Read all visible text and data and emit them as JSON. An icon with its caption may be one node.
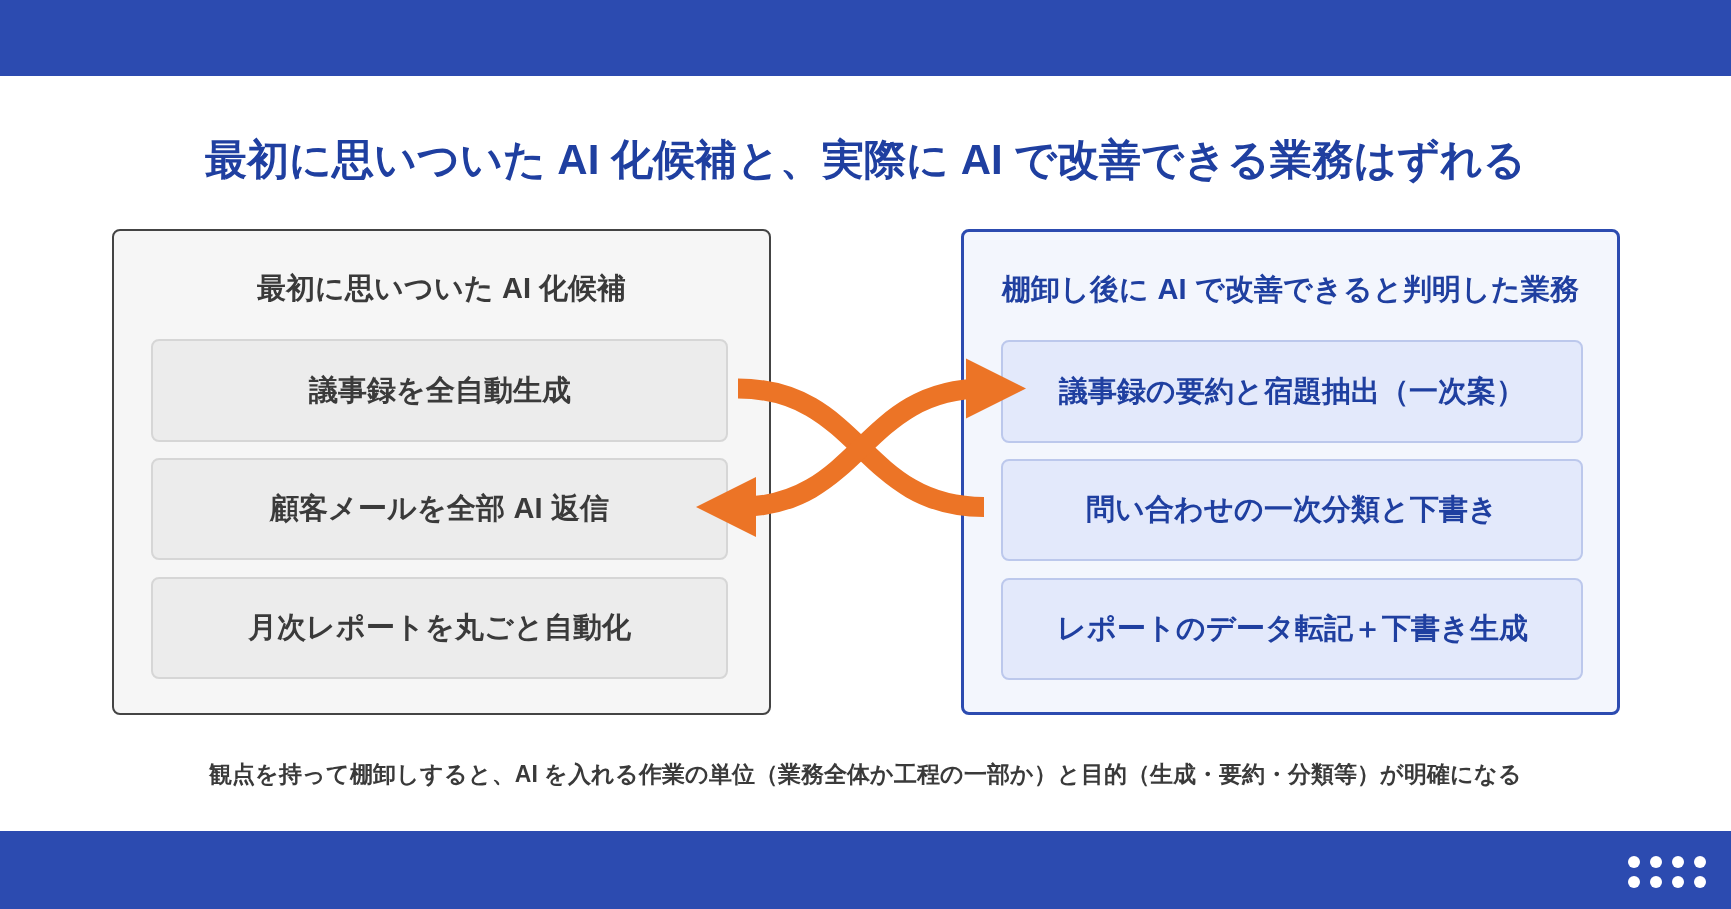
{
  "diagram": {
    "title": "最初に思いついた AI 化候補と、実際に AI で改善できる業務はずれる",
    "nodes": [
      {
        "text": [
          "最初に思いついた AI 化候補"
        ]
      },
      {
        "text": [
          "議事録を全自動生成"
        ],
        "in": 0
      },
      {
        "text": [
          "顧客メールを全部 AI 返信"
        ],
        "in": 0
      },
      {
        "text": [
          "月次レポートを丸ごと自動化"
        ],
        "in": 0
      },
      {
        "text": [
          "棚卸し後に AI で改善できると判明した業務"
        ]
      },
      {
        "text": [
          "議事録の要約と宿題抽出（一次案）"
        ],
        "in": 4
      },
      {
        "text": [
          "問い合わせの一次分類と下書き"
        ],
        "in": 4
      },
      {
        "text": [
          "レポートのデータ転記＋下書き生成"
        ],
        "in": 4
      }
    ],
    "edges": [
      {
        "from": 1,
        "to": 6,
        "arrow": "none"
      },
      {
        "from": 2,
        "to": 5,
        "arrow": "both"
      }
    ],
    "caption": "観点を持って棚卸しすると、AI を入れる作業の単位（業務全体か工程の一部か）と目的（生成・要約・分類等）が明確になる"
  }
}
